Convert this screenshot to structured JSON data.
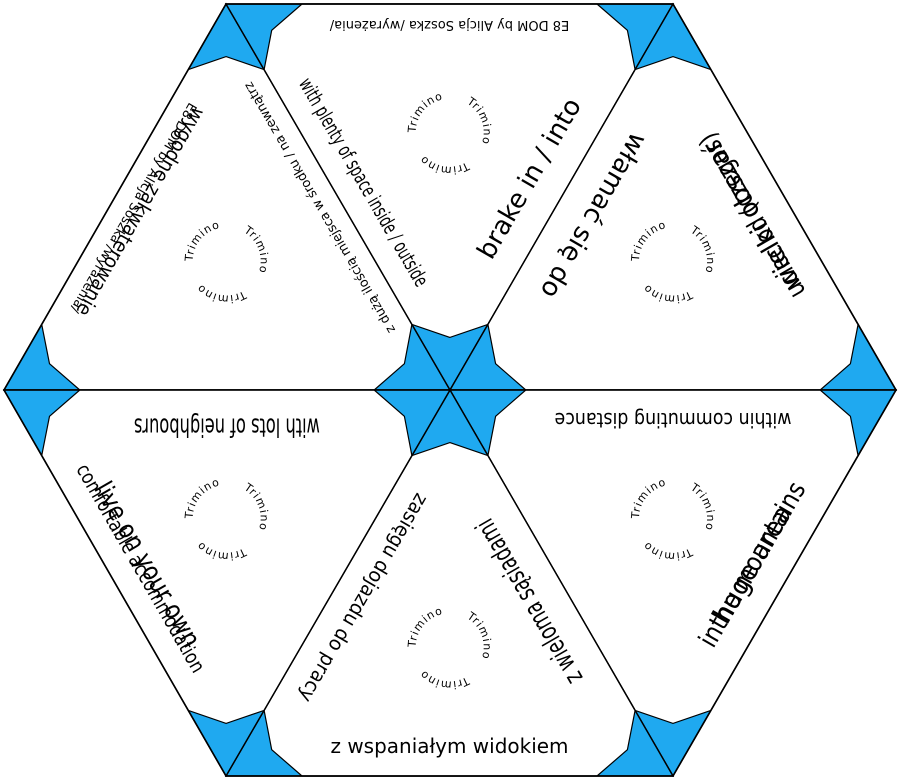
{
  "game": {
    "name": "Trimino",
    "accent_color": "#1fa9f0",
    "logo_text": "Trimino",
    "triangles": [
      {
        "id": "top-left",
        "labels": [
          {
            "text": "E8 DOM by Alicja Soszka /wyrażenia/",
            "edge": "outer",
            "size": "small"
          },
          {
            "text": "z dużą ilością miejsca w środku / na zewnątrz",
            "edge": "right",
            "size": "small"
          },
          {
            "text": "wygodne zakwaterowanie",
            "edge": "bottom",
            "size": "mid"
          }
        ]
      },
      {
        "id": "top",
        "labels": [
          {
            "text": "E8 DOM by Alicja Soszka /wyrażenia/",
            "edge": "outer",
            "size": "small"
          },
          {
            "text": "with plenty of space inside / outside",
            "edge": "left",
            "size": "mid"
          },
          {
            "text": "brake in / into",
            "edge": "right",
            "size": "big"
          }
        ]
      },
      {
        "id": "top-right",
        "labels": [
          {
            "text": "włamać się do",
            "edge": "left",
            "size": "big"
          },
          {
            "text": "uciec od (czegoś)",
            "edge": "outer",
            "size": "big"
          },
          {
            "text": "wielki obszar",
            "edge": "bottom",
            "size": "big"
          }
        ]
      },
      {
        "id": "bottom-right",
        "labels": [
          {
            "text": "huge area",
            "edge": "top",
            "size": "big"
          },
          {
            "text": "within commuting distance",
            "edge": "left",
            "size": "mid"
          },
          {
            "text": "inthe mountains",
            "edge": "outer",
            "size": "big"
          }
        ]
      },
      {
        "id": "bottom",
        "labels": [
          {
            "text": "z wielomа sąsiadami",
            "edge": "left",
            "size": "big"
          },
          {
            "text": "zasięgu dojazdu do pracy",
            "edge": "right",
            "size": "mid"
          },
          {
            "text": "z wspaniałym widokiem",
            "edge": "outer",
            "size": "mid"
          }
        ]
      },
      {
        "id": "bottom-left",
        "labels": [
          {
            "text": "comfortable accommodation",
            "edge": "top",
            "size": "mid"
          },
          {
            "text": "live on your own",
            "edge": "outer",
            "size": "big"
          },
          {
            "text": "with lots of neighbours",
            "edge": "right",
            "size": "big"
          }
        ]
      }
    ]
  }
}
